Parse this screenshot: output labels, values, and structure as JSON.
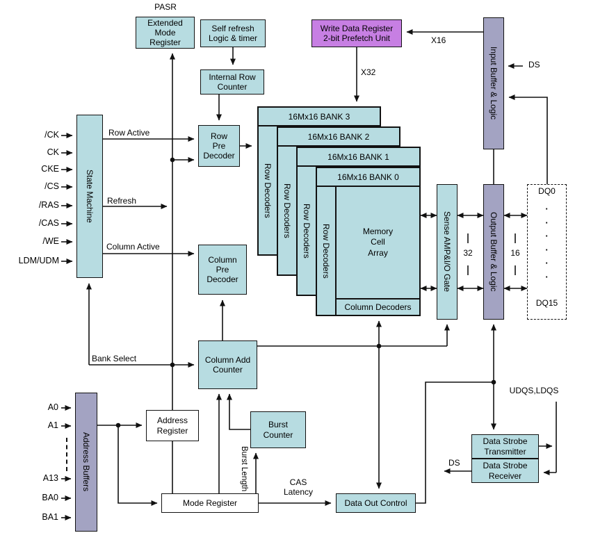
{
  "diagram": {
    "blocks": {
      "extended_mode_register": "Extended\nMode\nRegister",
      "self_refresh": "Self refresh\nLogic & timer",
      "internal_row_counter": "Internal Row\nCounter",
      "write_data_register": "Write Data Register\n2-bit Prefetch Unit",
      "input_buffer": "Input Buffer & Logic",
      "state_machine": "State Machine",
      "row_pre_decoder": "Row\nPre\nDecoder",
      "column_pre_decoder": "Column\nPre\nDecoder",
      "column_add_counter": "Column Add\nCounter",
      "sense_amp": "Sense AMP&I/O Gate",
      "output_buffer": "Output Buffer & Logic",
      "address_buffers": "Address Buffers",
      "address_register": "Address\nRegister",
      "burst_counter": "Burst\nCounter",
      "mode_register": "Mode Register",
      "data_out_control": "Data Out Control",
      "dqs_transmitter": "Data Strobe\nTransmitter",
      "dqs_receiver": "Data Strobe\nReceiver",
      "row_decoders": "Row Decoders",
      "column_decoders": "Column Decoders",
      "memory_cell_array": "Memory\nCell\nArray"
    },
    "banks": [
      {
        "label": "16Mx16 BANK 3"
      },
      {
        "label": "16Mx16 BANK 2"
      },
      {
        "label": "16Mx16 BANK 1"
      },
      {
        "label": "16Mx16 BANK 0"
      }
    ],
    "control_signals": [
      "/CK",
      "CK",
      "CKE",
      "/CS",
      "/RAS",
      "/CAS",
      "/WE",
      "LDM/UDM"
    ],
    "address_signals": [
      "A0",
      "A1",
      "A13",
      "BA0",
      "BA1"
    ],
    "wire_labels": {
      "pasr": "PASR",
      "row_active": "Row Active",
      "refresh": "Refresh",
      "column_active": "Column Active",
      "bank_select": "Bank Select",
      "x16": "X16",
      "x32": "X32",
      "ds_top": "DS",
      "ds_bottom": "DS",
      "bus_32": "32",
      "bus_16": "16",
      "udqs_ldqs": "UDQS,LDQS",
      "burst_length": "Burst Length",
      "cas_latency": "CAS\nLatency",
      "dq0": "DQ0",
      "dq15": "DQ15",
      "dq_dots": "·\n·\n·\n·\n·\n·"
    },
    "colors": {
      "block_teal": "#b7dce1",
      "block_purple": "#c77fe3",
      "buffer_gray": "#a3a3c2",
      "line": "#111111"
    }
  }
}
